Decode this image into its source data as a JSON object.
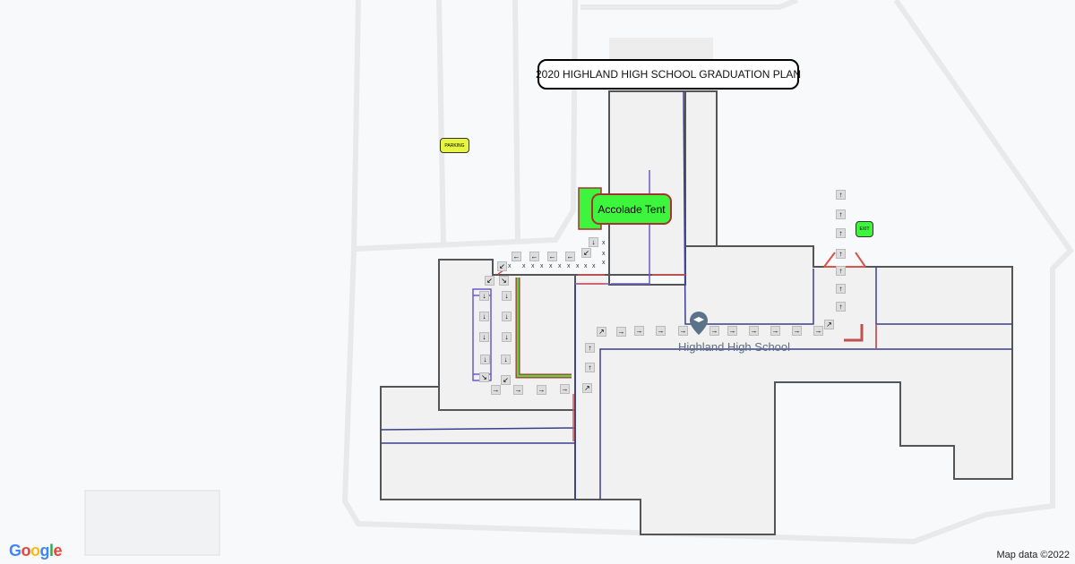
{
  "title": "2020 HIGHLAND HIGH SCHOOL GRADUATION PLAN",
  "labels": {
    "parking": "PARKING",
    "tent": "Accolade Tent",
    "exit": "EXIT",
    "school": "Highland High School"
  },
  "footer": {
    "logo": "Google",
    "attribution": "Map data ©2022"
  },
  "colors": {
    "building_outline": "#555555",
    "route_blue": "#3a3f8f",
    "barrier_red": "#d9534f",
    "tent_green": "#3df53d",
    "parking_yellow": "#e6f542"
  }
}
